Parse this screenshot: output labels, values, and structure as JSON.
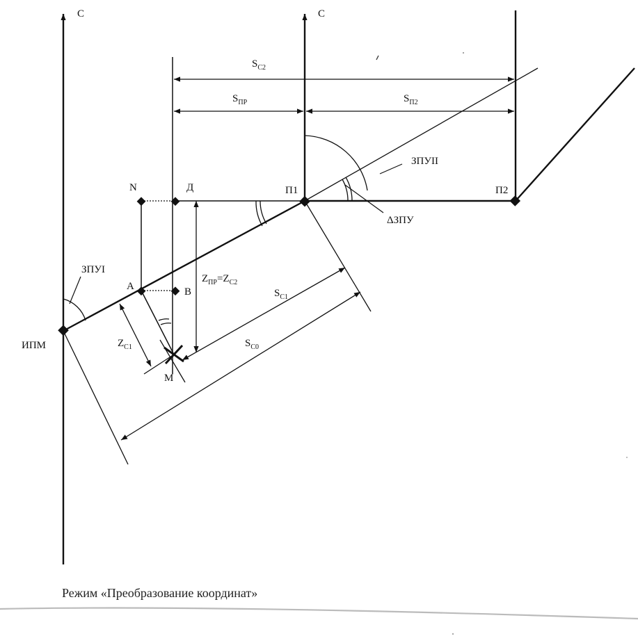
{
  "labels": {
    "north": "С",
    "ipm": "ИПМ",
    "p1": "П1",
    "p2": "П2",
    "n": "N",
    "d": "Д",
    "a": "А",
    "b": "В",
    "m": "М",
    "zpu1": "ЗПУI",
    "zpu2": "ЗПУII",
    "dzpu": "ΔЗПУ",
    "s_c2": "S",
    "s_c2_sub": "C2",
    "s_pr": "S",
    "s_pr_sub": "ПР",
    "s_p2": "S",
    "s_p2_sub": "П2",
    "s_c1": "S",
    "s_c1_sub": "C1",
    "s_c0": "S",
    "s_c0_sub": "C0",
    "z_c1": "Z",
    "z_c1_sub": "C1",
    "z_pr": "Z",
    "z_pr_sub": "ПР",
    "z_eq": "=Z",
    "z_c2_sub": "C2"
  },
  "caption": "Режим «Преобразование координат»"
}
